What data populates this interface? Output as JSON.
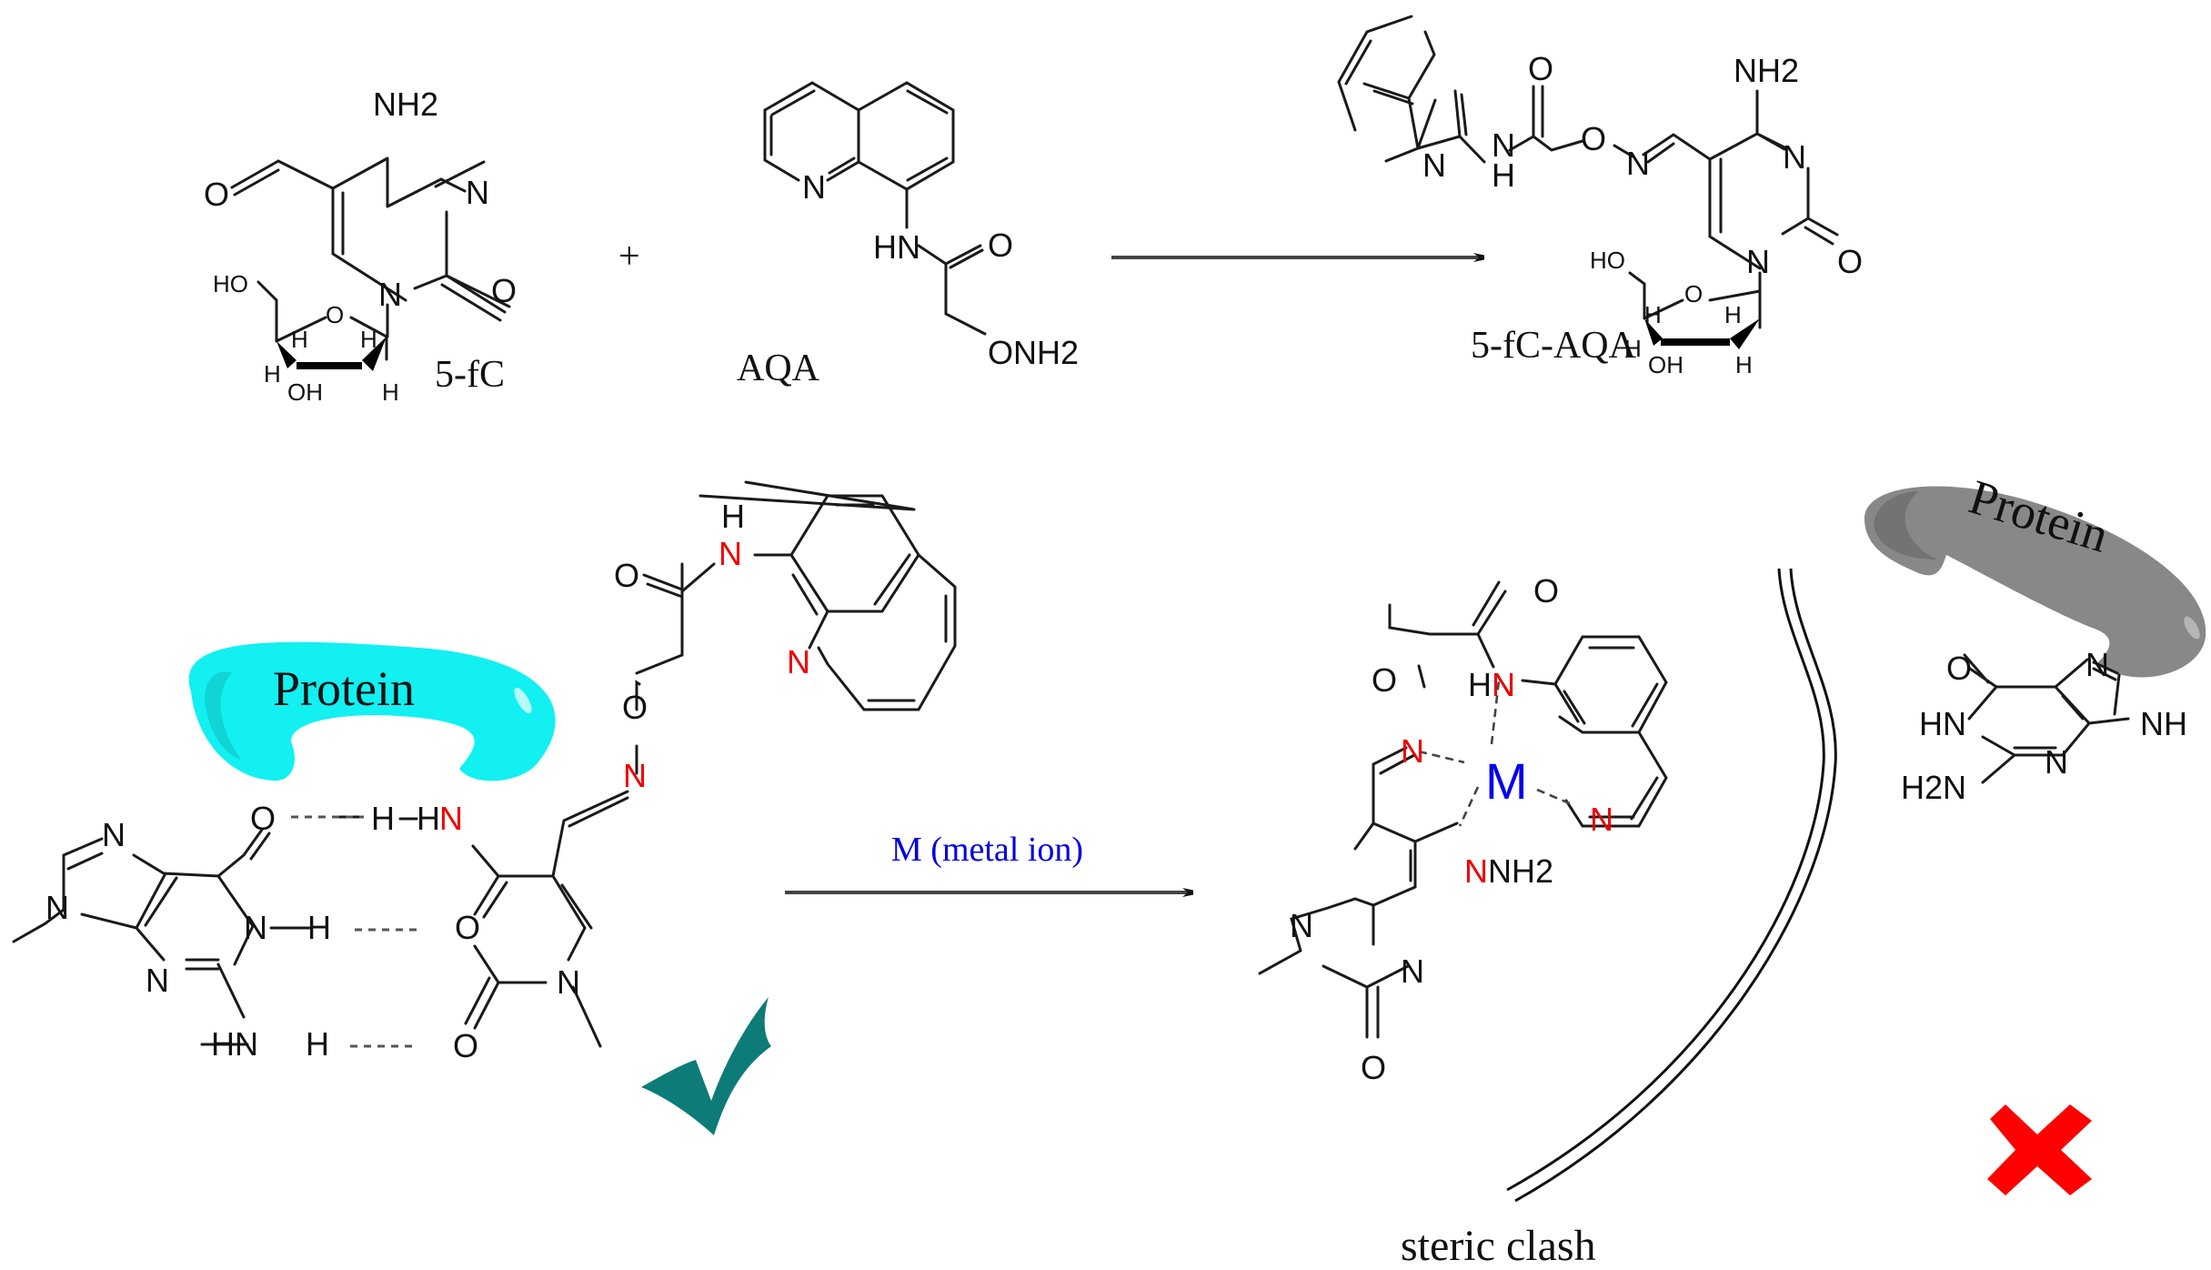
{
  "figure": {
    "title": "Metal-ion-assisted 5-fC-AQA labeling scheme",
    "reaction1": {
      "reactant1": {
        "name": "5-fC",
        "atoms": [
          "NH2",
          "N",
          "O",
          "N",
          "O",
          "HO",
          "O",
          "H",
          "H",
          "H",
          "OH",
          "H"
        ]
      },
      "plus_sign": "+",
      "reactant2": {
        "name": "AQA",
        "atoms": [
          "N",
          "HN",
          "O",
          "ONH2"
        ]
      },
      "product": {
        "name": "5-fC-AQA",
        "atoms": [
          "N",
          "N",
          "H",
          "O",
          "O",
          "N",
          "NH2",
          "N",
          "O",
          "N",
          "HO",
          "O",
          "H",
          "H",
          "H",
          "OH",
          "H"
        ]
      }
    },
    "reaction2": {
      "arrow_label": "M (metal ion)",
      "left_panel": {
        "protein_label": "Protein",
        "protein_color": "#12f0f2",
        "guanine_atoms": [
          "N",
          "N",
          "O",
          "N",
          "H",
          "N",
          "HN",
          "H"
        ],
        "hbond_atoms": [
          "H",
          "HN"
        ],
        "cytosine_atoms": [
          "N",
          "O",
          "N",
          "H",
          "N",
          "N",
          "O",
          "N",
          "N",
          "O"
        ],
        "result_icon": "check-mark-icon",
        "result_color": "#0d7b78"
      },
      "right_panel": {
        "complex_atoms": [
          "O",
          "O",
          "HN",
          "N",
          "M",
          "N",
          "NH2",
          "N",
          "N",
          "O"
        ],
        "metal_symbol": "M",
        "metal_color": "#0000ee",
        "heteroatom_color": "#ee0000",
        "clash_label": "steric clash",
        "protein_label": "Protein",
        "protein_color": "#888888",
        "guanine_atoms": [
          "O",
          "N",
          "HN",
          "NH",
          "N",
          "H2N"
        ],
        "result_icon": "cross-mark-icon",
        "result_color": "#ff0000"
      }
    }
  }
}
